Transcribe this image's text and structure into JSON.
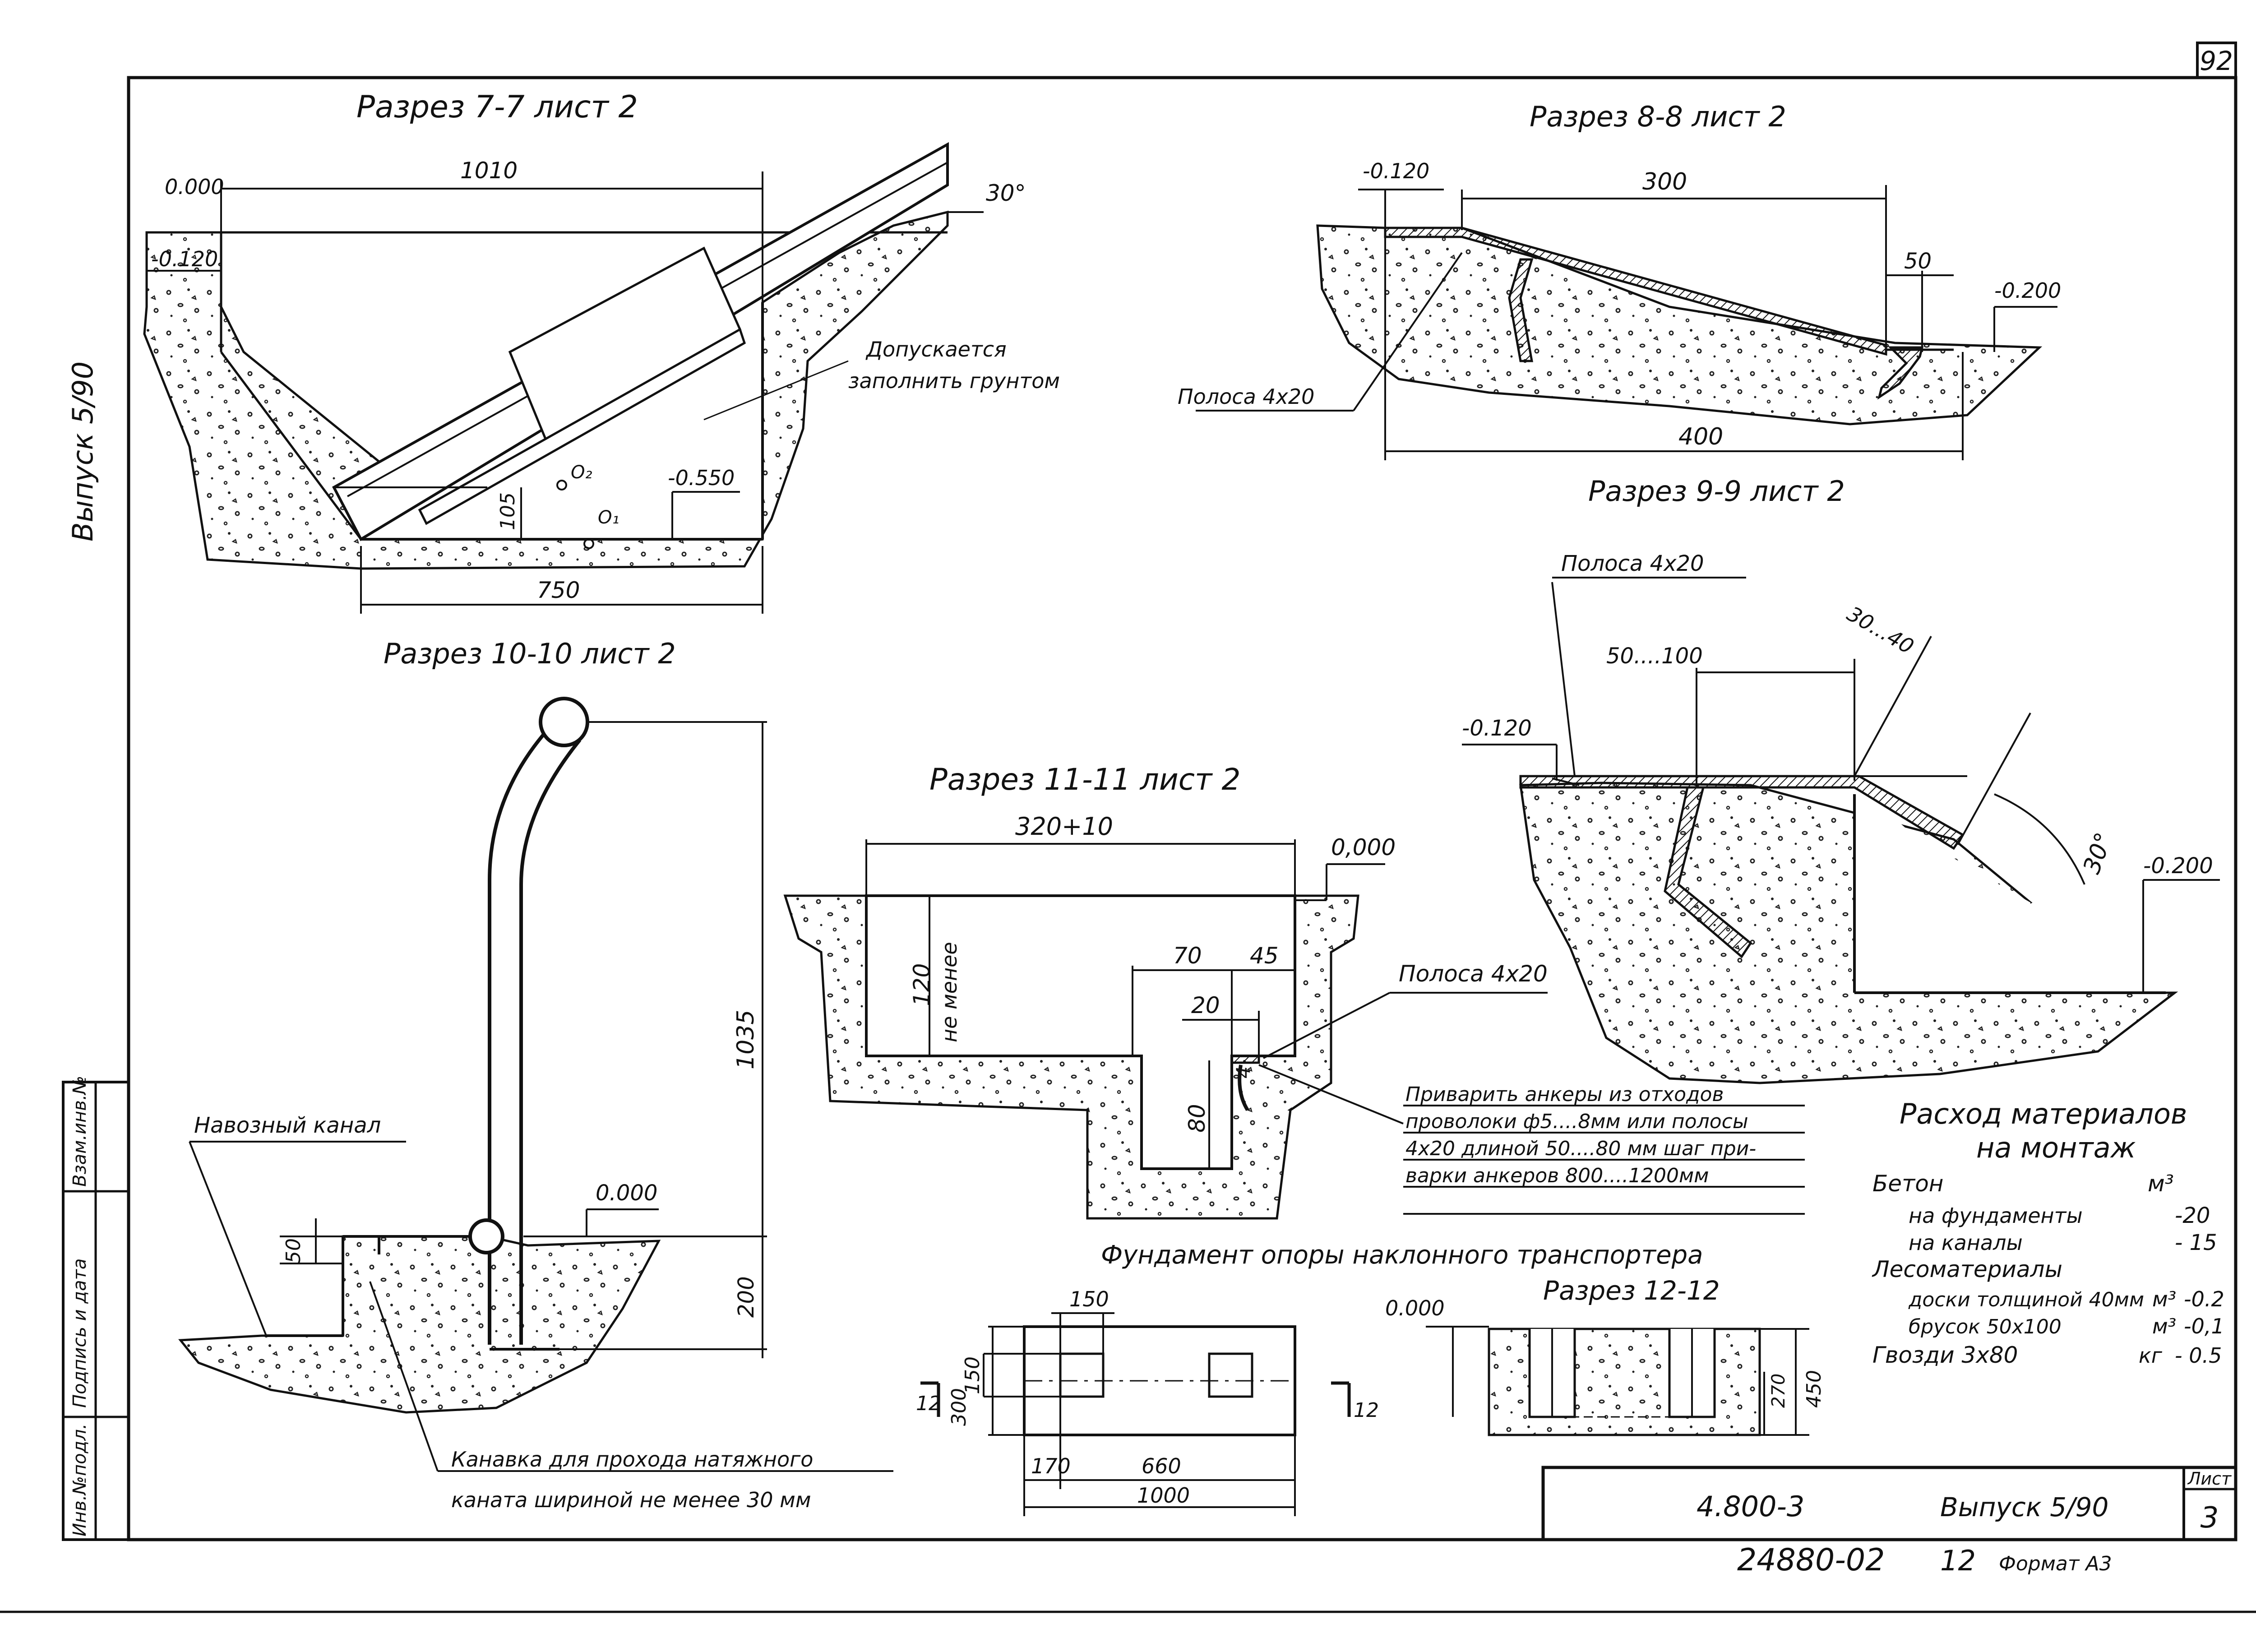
{
  "sheet": {
    "page_number": "92",
    "issue_side": "Выпуск 5/90",
    "side_stamp": [
      "Инв.№подл.",
      "Подпись и дата",
      "Взам.инв.№"
    ],
    "doc_code": "4.800-3",
    "issue": "Выпуск 5/90",
    "sheet_label": "Лист",
    "sheet_no": "3",
    "bottom_code": "24880-02",
    "bottom_num": "12",
    "format": "Формат А3"
  },
  "s77": {
    "title": "Разрез 7-7 лист 2",
    "elev_top": "0.000",
    "elev_a": "-0.120",
    "elev_b": "-0.550",
    "dim_top": "1010",
    "dim_bottom": "750",
    "dim_h": "105",
    "angle": "30°",
    "pt1": "O₁",
    "pt2": "O₂",
    "note1": "Допускается",
    "note2": "заполнить грунтом"
  },
  "s88": {
    "title": "Разрез 8-8 лист 2",
    "elev_a": "-0.120",
    "elev_b": "-0.200",
    "dim_300": "300",
    "dim_50": "50",
    "dim_400": "400",
    "strip": "Полоса 4х20"
  },
  "s99": {
    "title": "Разрез 9-9 лист 2",
    "strip": "Полоса 4х20",
    "elev_a": "-0.120",
    "elev_b": "-0.200",
    "dim_a": "50....100",
    "dim_b": "30...40",
    "angle": "30°"
  },
  "s1010": {
    "title": "Разрез 10-10 лист 2",
    "channel": "Навозный канал",
    "elev": "0.000",
    "dim_50": "50",
    "dim_1035": "1035",
    "dim_200": "200",
    "note1": "Канавка для прохода натяжного",
    "note2": "каната шириной не менее 30 мм"
  },
  "s1111": {
    "title": "Разрез 11-11 лист 2",
    "dim_top": "320+10",
    "elev": "0,000",
    "dim_120": "120",
    "not_less": "не менее",
    "dim_70": "70",
    "dim_45": "45",
    "dim_20": "20",
    "dim_80": "80",
    "dim_4": "4",
    "strip": "Полоса 4х20",
    "note_lines": [
      "Приварить анкеры из отходов",
      "проволоки ф5....8мм или полосы",
      "4х20 длиной 50....80 мм шаг при-",
      "варки анкеров 800....1200мм"
    ]
  },
  "foundation": {
    "title": "Фундамент опоры наклонного транспортера",
    "dim_150_top": "150",
    "dim_150_side": "150",
    "dim_300": "300",
    "dim_170": "170",
    "dim_660": "660",
    "dim_1000": "1000",
    "cut_mark": "12"
  },
  "s1212": {
    "title": "Разрез 12-12",
    "elev": "0.000",
    "dim_270": "270",
    "dim_450": "450"
  },
  "materials": {
    "title1": "Расход материалов",
    "title2": "на монтаж",
    "rows": [
      {
        "label": "Бетон",
        "unit": "м³",
        "value": ""
      },
      {
        "label": "на фундаменты",
        "unit": "",
        "value": "-20"
      },
      {
        "label": "на каналы",
        "unit": "",
        "value": "- 15"
      },
      {
        "label": "Лесоматериалы",
        "unit": "",
        "value": ""
      },
      {
        "label": "доски толщиной 40мм",
        "unit": "м³",
        "value": "-0.2"
      },
      {
        "label": "брусок 50х100",
        "unit": "м³",
        "value": "-0,1"
      },
      {
        "label": "Гвозди 3х80",
        "unit": "кг",
        "value": "- 0.5"
      }
    ]
  }
}
